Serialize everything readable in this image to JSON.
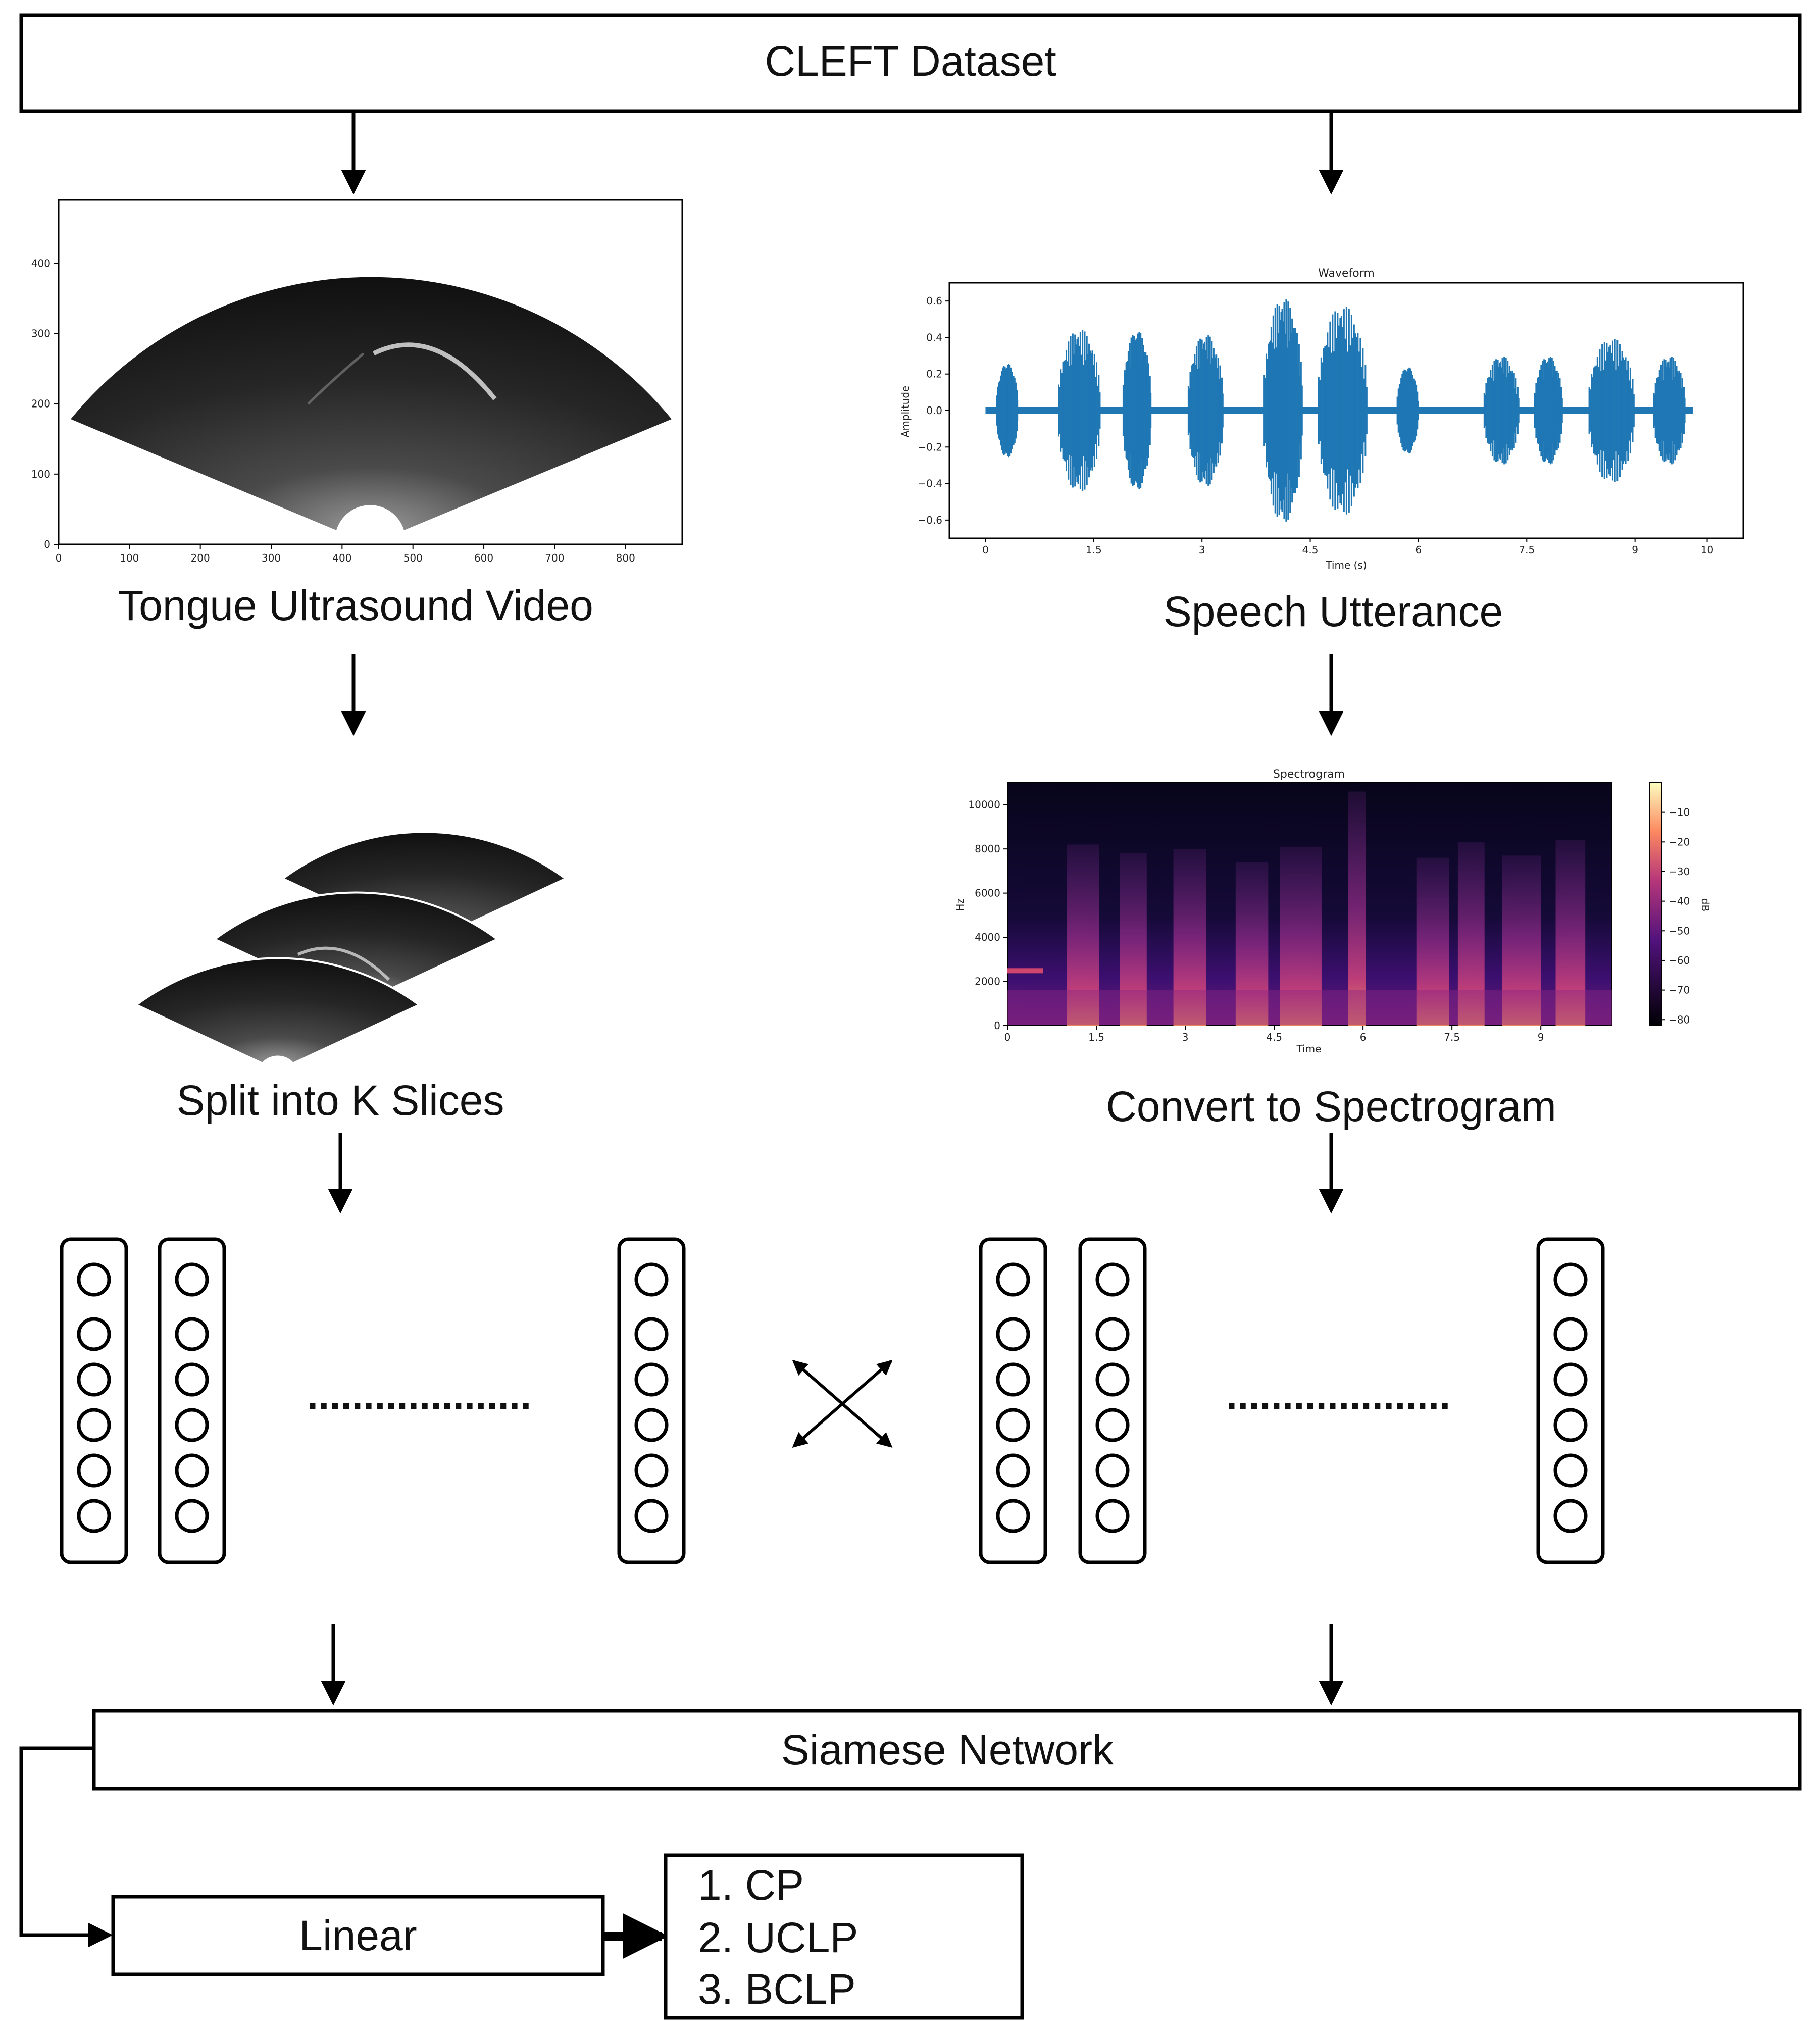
{
  "dataset": {
    "label": "CLEFT Dataset"
  },
  "ultrasound": {
    "caption": "Tongue Ultrasound Video",
    "x_ticks": [
      "0",
      "100",
      "200",
      "300",
      "400",
      "500",
      "600",
      "700",
      "800"
    ],
    "y_ticks": [
      "0",
      "100",
      "200",
      "300",
      "400"
    ]
  },
  "waveform": {
    "title": "Waveform",
    "xlabel": "Time (s)",
    "ylabel": "Amplitude",
    "x_ticks": [
      "0",
      "1.5",
      "3",
      "4.5",
      "6",
      "7.5",
      "9",
      "10"
    ],
    "y_ticks": [
      "0.6",
      "0.4",
      "0.2",
      "0.0",
      "−0.2",
      "−0.4",
      "−0.6"
    ],
    "color": "#1f77b4",
    "caption": "Speech Utterance"
  },
  "slices": {
    "caption": "Split into K Slices"
  },
  "spectrogram": {
    "title": "Spectrogram",
    "xlabel": "Time",
    "ylabel": "Hz",
    "x_ticks": [
      "0",
      "1.5",
      "3",
      "4.5",
      "6",
      "7.5",
      "9"
    ],
    "y_ticks": [
      "10000",
      "8000",
      "6000",
      "4000",
      "2000",
      "0"
    ],
    "colorbar_label": "dB",
    "colorbar_ticks": [
      "−10",
      "−20",
      "−30",
      "−40",
      "−50",
      "−60",
      "−70",
      "−80"
    ],
    "caption": "Convert to Spectrogram"
  },
  "encoders": {
    "left_dots": "....................",
    "right_dots": "...................."
  },
  "siamese": {
    "label": "Siamese Network"
  },
  "linear": {
    "label": "Linear"
  },
  "outputs": {
    "items": [
      "1. CP",
      "2. UCLP",
      "3. BCLP"
    ]
  },
  "colors": {
    "stroke": "#000000",
    "waveform": "#1f77b4"
  }
}
